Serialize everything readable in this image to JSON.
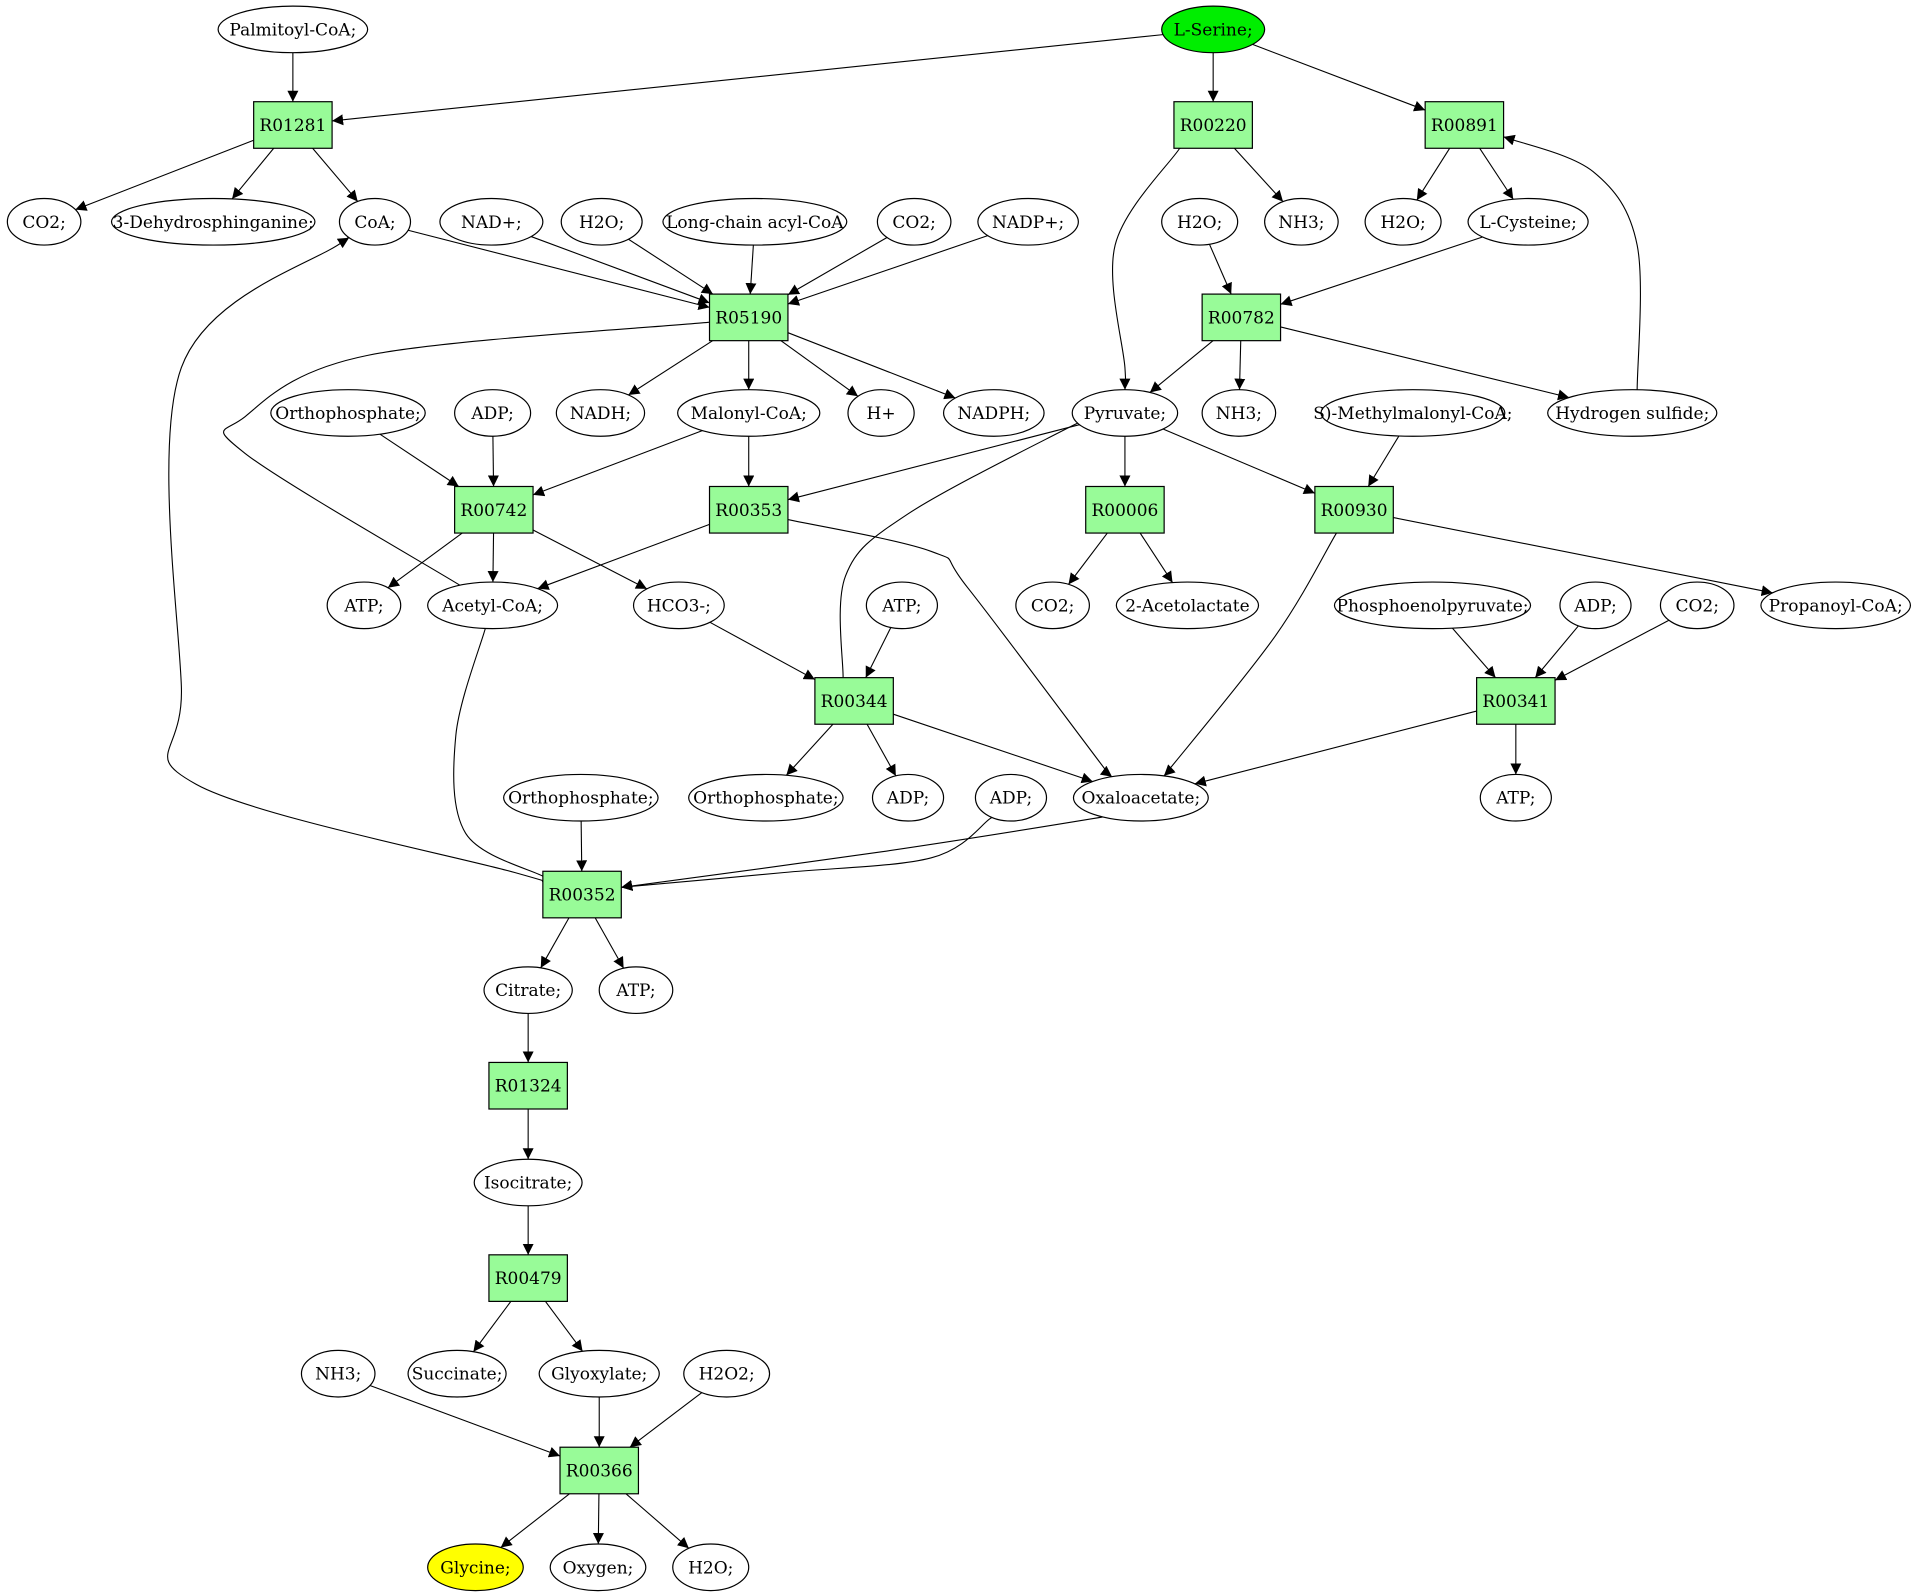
{
  "colors": {
    "metabolite": "#ffffff",
    "reaction": "#98fb98",
    "start": "#00ee00",
    "target": "#ffff00"
  },
  "nodes": [
    {
      "id": "palmitoyl-coa",
      "label": "Palmitoyl-CoA;",
      "kind": "metabolite"
    },
    {
      "id": "l-serine",
      "label": "L-Serine;",
      "kind": "start"
    },
    {
      "id": "r01281",
      "label": "R01281",
      "kind": "reaction"
    },
    {
      "id": "r00220",
      "label": "R00220",
      "kind": "reaction"
    },
    {
      "id": "r00891",
      "label": "R00891",
      "kind": "reaction"
    },
    {
      "id": "co2-1",
      "label": "CO2;",
      "kind": "metabolite"
    },
    {
      "id": "dehydrosphinganine",
      "label": "3-Dehydrosphinganine;",
      "kind": "metabolite"
    },
    {
      "id": "coa",
      "label": "CoA;",
      "kind": "metabolite"
    },
    {
      "id": "nad",
      "label": "NAD+;",
      "kind": "metabolite"
    },
    {
      "id": "h2o-1",
      "label": "H2O;",
      "kind": "metabolite"
    },
    {
      "id": "long-chain",
      "label": "Long-chain acyl-CoA",
      "kind": "metabolite"
    },
    {
      "id": "co2-2",
      "label": "CO2;",
      "kind": "metabolite"
    },
    {
      "id": "nadp",
      "label": "NADP+;",
      "kind": "metabolite"
    },
    {
      "id": "h2o-2",
      "label": "H2O;",
      "kind": "metabolite"
    },
    {
      "id": "nh3-1",
      "label": "NH3;",
      "kind": "metabolite"
    },
    {
      "id": "h2o-3",
      "label": "H2O;",
      "kind": "metabolite"
    },
    {
      "id": "l-cysteine",
      "label": "L-Cysteine;",
      "kind": "metabolite"
    },
    {
      "id": "r05190",
      "label": "R05190",
      "kind": "reaction"
    },
    {
      "id": "r00782",
      "label": "R00782",
      "kind": "reaction"
    },
    {
      "id": "orthophosphate-1",
      "label": "Orthophosphate;",
      "kind": "metabolite"
    },
    {
      "id": "adp-1",
      "label": "ADP;",
      "kind": "metabolite"
    },
    {
      "id": "nadh",
      "label": "NADH;",
      "kind": "metabolite"
    },
    {
      "id": "malonyl-coa",
      "label": "Malonyl-CoA;",
      "kind": "metabolite"
    },
    {
      "id": "hplus",
      "label": "H+",
      "kind": "metabolite"
    },
    {
      "id": "nadph",
      "label": "NADPH;",
      "kind": "metabolite"
    },
    {
      "id": "pyruvate",
      "label": "Pyruvate;",
      "kind": "metabolite"
    },
    {
      "id": "nh3-2",
      "label": "NH3;",
      "kind": "metabolite"
    },
    {
      "id": "methylmalonyl",
      "label": "S)-Methylmalonyl-CoA;",
      "kind": "metabolite"
    },
    {
      "id": "hydrogen-sulfide",
      "label": "Hydrogen sulfide;",
      "kind": "metabolite"
    },
    {
      "id": "r00742",
      "label": "R00742",
      "kind": "reaction"
    },
    {
      "id": "r00353",
      "label": "R00353",
      "kind": "reaction"
    },
    {
      "id": "r00006",
      "label": "R00006",
      "kind": "reaction"
    },
    {
      "id": "r00930",
      "label": "R00930",
      "kind": "reaction"
    },
    {
      "id": "atp-1",
      "label": "ATP;",
      "kind": "metabolite"
    },
    {
      "id": "acetyl-coa",
      "label": "Acetyl-CoA;",
      "kind": "metabolite"
    },
    {
      "id": "hco3",
      "label": "HCO3-;",
      "kind": "metabolite"
    },
    {
      "id": "atp-2",
      "label": "ATP;",
      "kind": "metabolite"
    },
    {
      "id": "co2-3",
      "label": "CO2;",
      "kind": "metabolite"
    },
    {
      "id": "acetolactate",
      "label": "2-Acetolactate",
      "kind": "metabolite"
    },
    {
      "id": "pep",
      "label": "Phosphoenolpyruvate;",
      "kind": "metabolite"
    },
    {
      "id": "adp-2",
      "label": "ADP;",
      "kind": "metabolite"
    },
    {
      "id": "co2-4",
      "label": "CO2;",
      "kind": "metabolite"
    },
    {
      "id": "propanoyl-coa",
      "label": "Propanoyl-CoA;",
      "kind": "metabolite"
    },
    {
      "id": "r00344",
      "label": "R00344",
      "kind": "reaction"
    },
    {
      "id": "r00341",
      "label": "R00341",
      "kind": "reaction"
    },
    {
      "id": "orthophosphate-2",
      "label": "Orthophosphate;",
      "kind": "metabolite"
    },
    {
      "id": "orthophosphate-3",
      "label": "Orthophosphate;",
      "kind": "metabolite"
    },
    {
      "id": "adp-3",
      "label": "ADP;",
      "kind": "metabolite"
    },
    {
      "id": "adp-4",
      "label": "ADP;",
      "kind": "metabolite"
    },
    {
      "id": "oxaloacetate",
      "label": "Oxaloacetate;",
      "kind": "metabolite"
    },
    {
      "id": "atp-3",
      "label": "ATP;",
      "kind": "metabolite"
    },
    {
      "id": "r00352",
      "label": "R00352",
      "kind": "reaction"
    },
    {
      "id": "citrate",
      "label": "Citrate;",
      "kind": "metabolite"
    },
    {
      "id": "atp-4",
      "label": "ATP;",
      "kind": "metabolite"
    },
    {
      "id": "r01324",
      "label": "R01324",
      "kind": "reaction"
    },
    {
      "id": "isocitrate",
      "label": "Isocitrate;",
      "kind": "metabolite"
    },
    {
      "id": "r00479",
      "label": "R00479",
      "kind": "reaction"
    },
    {
      "id": "nh3-3",
      "label": "NH3;",
      "kind": "metabolite"
    },
    {
      "id": "succinate",
      "label": "Succinate;",
      "kind": "metabolite"
    },
    {
      "id": "glyoxylate",
      "label": "Glyoxylate;",
      "kind": "metabolite"
    },
    {
      "id": "h2o2",
      "label": "H2O2;",
      "kind": "metabolite"
    },
    {
      "id": "r00366",
      "label": "R00366",
      "kind": "reaction"
    },
    {
      "id": "glycine",
      "label": "Glycine;",
      "kind": "target"
    },
    {
      "id": "oxygen",
      "label": "Oxygen;",
      "kind": "metabolite"
    },
    {
      "id": "h2o-4",
      "label": "H2O;",
      "kind": "metabolite"
    }
  ],
  "edges": [
    {
      "from": "palmitoyl-coa",
      "to": "r01281"
    },
    {
      "from": "l-serine",
      "to": "r01281"
    },
    {
      "from": "l-serine",
      "to": "r00220"
    },
    {
      "from": "l-serine",
      "to": "r00891"
    },
    {
      "from": "r01281",
      "to": "co2-1"
    },
    {
      "from": "r01281",
      "to": "dehydrosphinganine"
    },
    {
      "from": "r01281",
      "to": "coa"
    },
    {
      "from": "r00220",
      "to": "nh3-1"
    },
    {
      "from": "r00220",
      "to": "pyruvate"
    },
    {
      "from": "r00891",
      "to": "h2o-3"
    },
    {
      "from": "r00891",
      "to": "l-cysteine"
    },
    {
      "from": "coa",
      "to": "r05190"
    },
    {
      "from": "nad",
      "to": "r05190"
    },
    {
      "from": "h2o-1",
      "to": "r05190"
    },
    {
      "from": "long-chain",
      "to": "r05190"
    },
    {
      "from": "co2-2",
      "to": "r05190"
    },
    {
      "from": "nadp",
      "to": "r05190"
    },
    {
      "from": "h2o-2",
      "to": "r00782"
    },
    {
      "from": "l-cysteine",
      "to": "r00782"
    },
    {
      "from": "r05190",
      "to": "nadh"
    },
    {
      "from": "r05190",
      "to": "malonyl-coa"
    },
    {
      "from": "r05190",
      "to": "hplus"
    },
    {
      "from": "r05190",
      "to": "nadph"
    },
    {
      "from": "r05190",
      "to": "acetyl-coa"
    },
    {
      "from": "r00782",
      "to": "pyruvate"
    },
    {
      "from": "r00782",
      "to": "nh3-2"
    },
    {
      "from": "r00782",
      "to": "hydrogen-sulfide"
    },
    {
      "from": "hydrogen-sulfide",
      "to": "r00891"
    },
    {
      "from": "orthophosphate-1",
      "to": "r00742"
    },
    {
      "from": "adp-1",
      "to": "r00742"
    },
    {
      "from": "malonyl-coa",
      "to": "r00742"
    },
    {
      "from": "malonyl-coa",
      "to": "r00353"
    },
    {
      "from": "pyruvate",
      "to": "r00353"
    },
    {
      "from": "pyruvate",
      "to": "r00006"
    },
    {
      "from": "pyruvate",
      "to": "r00930"
    },
    {
      "from": "pyruvate",
      "to": "r00344"
    },
    {
      "from": "methylmalonyl",
      "to": "r00930"
    },
    {
      "from": "r00742",
      "to": "atp-1"
    },
    {
      "from": "r00742",
      "to": "acetyl-coa"
    },
    {
      "from": "r00742",
      "to": "hco3"
    },
    {
      "from": "r00353",
      "to": "acetyl-coa"
    },
    {
      "from": "r00353",
      "to": "oxaloacetate"
    },
    {
      "from": "r00006",
      "to": "co2-3"
    },
    {
      "from": "r00006",
      "to": "acetolactate"
    },
    {
      "from": "r00930",
      "to": "propanoyl-coa"
    },
    {
      "from": "r00930",
      "to": "oxaloacetate"
    },
    {
      "from": "hco3",
      "to": "r00344"
    },
    {
      "from": "atp-2",
      "to": "r00344"
    },
    {
      "from": "pep",
      "to": "r00341"
    },
    {
      "from": "adp-2",
      "to": "r00341"
    },
    {
      "from": "co2-4",
      "to": "r00341"
    },
    {
      "from": "r00344",
      "to": "orthophosphate-3"
    },
    {
      "from": "r00344",
      "to": "adp-3"
    },
    {
      "from": "r00344",
      "to": "oxaloacetate"
    },
    {
      "from": "r00341",
      "to": "oxaloacetate"
    },
    {
      "from": "r00341",
      "to": "atp-3"
    },
    {
      "from": "orthophosphate-2",
      "to": "r00352"
    },
    {
      "from": "acetyl-coa",
      "to": "r00352"
    },
    {
      "from": "adp-4",
      "to": "r00352"
    },
    {
      "from": "oxaloacetate",
      "to": "r00352"
    },
    {
      "from": "r00352",
      "to": "coa"
    },
    {
      "from": "r00352",
      "to": "citrate"
    },
    {
      "from": "r00352",
      "to": "atp-4"
    },
    {
      "from": "citrate",
      "to": "r01324"
    },
    {
      "from": "r01324",
      "to": "isocitrate"
    },
    {
      "from": "isocitrate",
      "to": "r00479"
    },
    {
      "from": "r00479",
      "to": "succinate"
    },
    {
      "from": "r00479",
      "to": "glyoxylate"
    },
    {
      "from": "nh3-3",
      "to": "r00366"
    },
    {
      "from": "glyoxylate",
      "to": "r00366"
    },
    {
      "from": "h2o2",
      "to": "r00366"
    },
    {
      "from": "r00366",
      "to": "glycine"
    },
    {
      "from": "r00366",
      "to": "oxygen"
    },
    {
      "from": "r00366",
      "to": "h2o-4"
    }
  ]
}
